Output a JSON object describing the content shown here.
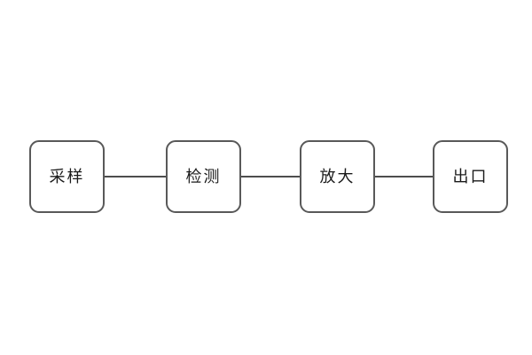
{
  "diagram": {
    "type": "flowchart",
    "direction": "horizontal",
    "nodes": [
      {
        "id": "sampling",
        "label": "采样"
      },
      {
        "id": "detection",
        "label": "检测"
      },
      {
        "id": "amplification",
        "label": "放大"
      },
      {
        "id": "outlet",
        "label": "出口"
      }
    ],
    "connections": [
      {
        "from": "sampling",
        "to": "detection"
      },
      {
        "from": "detection",
        "to": "amplification"
      },
      {
        "from": "amplification",
        "to": "outlet"
      }
    ],
    "colors": {
      "background": "#ffffff",
      "node_fill": "#ffffff",
      "node_border": "#595959",
      "connector": "#4d4d4d",
      "text": "#1a1a1a"
    }
  }
}
